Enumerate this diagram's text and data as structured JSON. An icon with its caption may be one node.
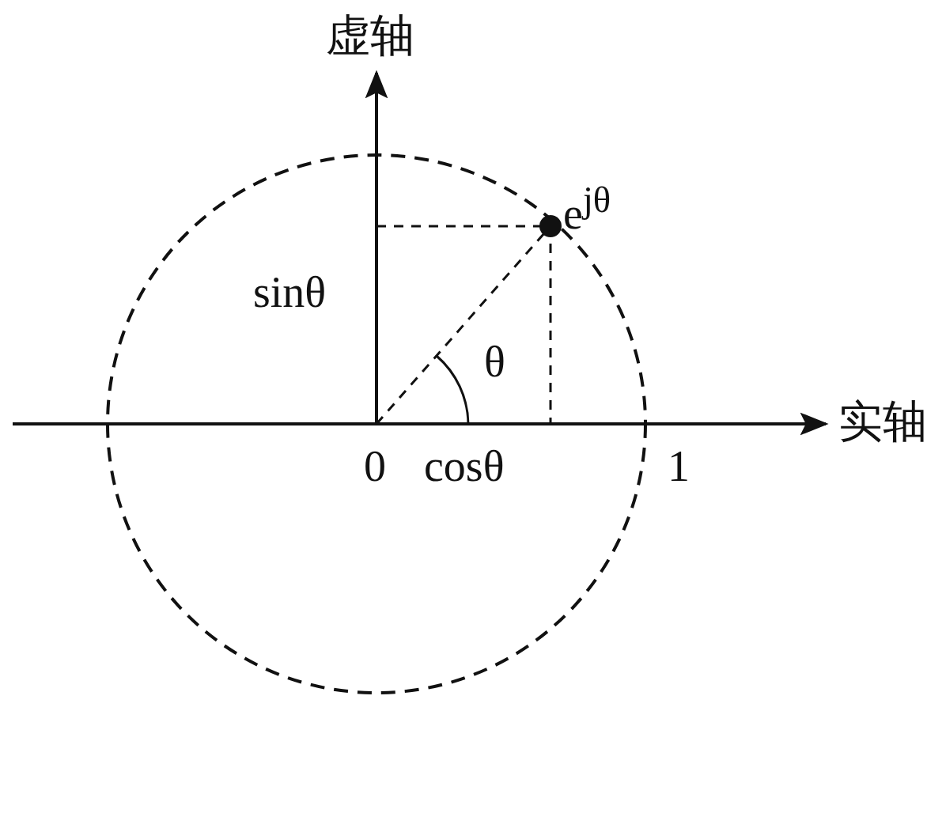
{
  "diagram": {
    "labels": [
      "虚轴",
      "e$^{jθ}$",
      "sinθ",
      "θ",
      "实轴",
      "0",
      "cosθ",
      "1"
    ]
  }
}
